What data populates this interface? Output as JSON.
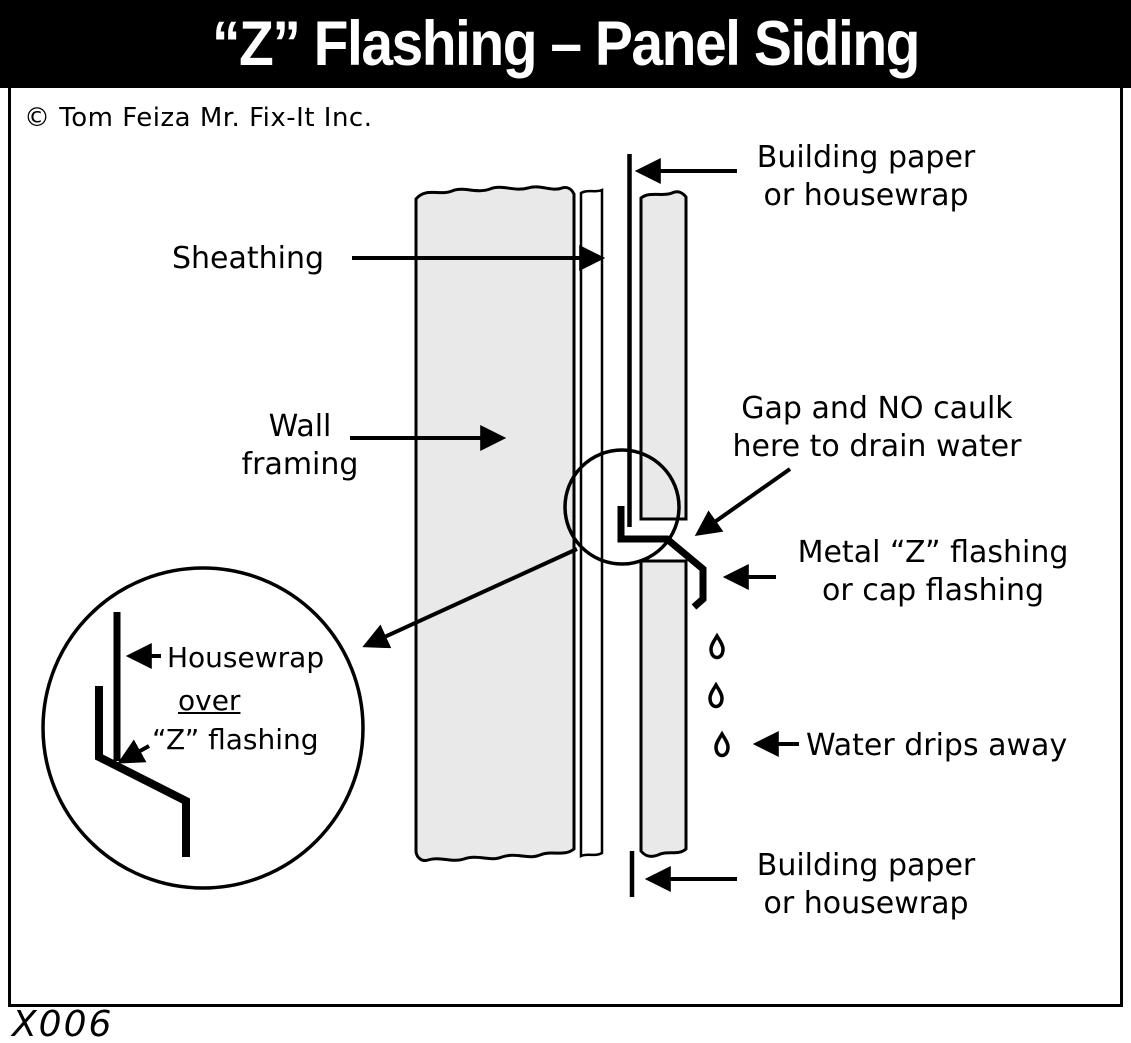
{
  "title": "“Z” Flashing – Panel Siding",
  "copyright": "© Tom Feiza Mr. Fix-It Inc.",
  "figure_id": "X006",
  "colors": {
    "title_bg": "#000000",
    "title_fg": "#ffffff",
    "line": "#000000",
    "panel_fill": "#e9e9e9",
    "sheathing_fill": "#ffffff",
    "paper_bg": "#ffffff"
  },
  "labels": {
    "building_paper_top": "Building paper\nor housewrap",
    "sheathing": "Sheathing",
    "wall_framing": "Wall\nframing",
    "gap_no_caulk": "Gap and NO caulk\nhere to drain water",
    "metal_z_flashing": "Metal “Z” flashing\nor cap flashing",
    "water_drips": "Water drips away",
    "building_paper_bottom": "Building paper\nor housewrap"
  },
  "detail_labels": {
    "housewrap": "Housewrap",
    "over": "over",
    "z_flashing": "“Z” flashing"
  }
}
